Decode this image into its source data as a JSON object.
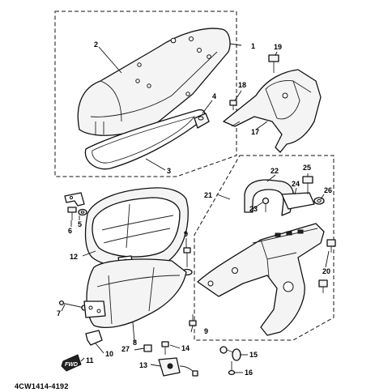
{
  "diagram": {
    "reference_code": "4CW1414-4192",
    "fwd_label": "FWD",
    "callouts": {
      "c1": "1",
      "c2": "2",
      "c3": "3",
      "c4": "4",
      "c5": "5",
      "c6": "6",
      "c7": "7",
      "c8": "8",
      "c9a": "9",
      "c9b": "9",
      "c10": "10",
      "c11": "11",
      "c12": "12",
      "c13": "13",
      "c14": "14",
      "c15": "15",
      "c16": "16",
      "c17": "17",
      "c18": "18",
      "c19": "19",
      "c20": "20",
      "c21": "21",
      "c22": "22",
      "c23": "23",
      "c24": "24",
      "c25": "25",
      "c26": "26",
      "c27": "27"
    }
  }
}
